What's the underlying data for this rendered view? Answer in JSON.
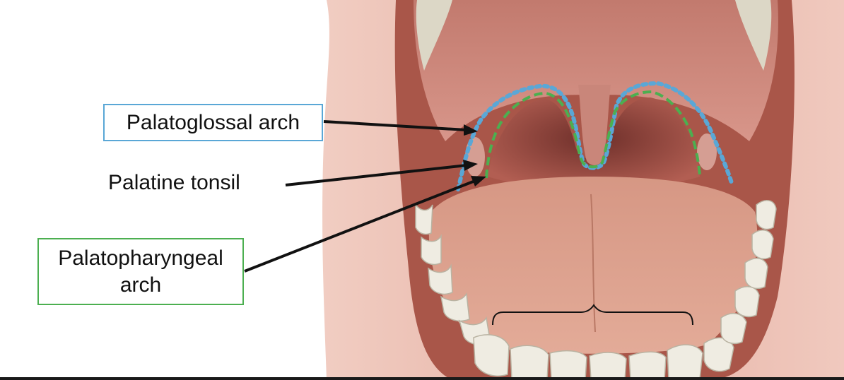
{
  "labels": {
    "palatoglossal_arch": "Palatoglossal arch",
    "palatine_tonsil": "Palatine tonsil",
    "palatopharyngeal_arch_line1": "Palatopharyngeal",
    "palatopharyngeal_arch_line2": "arch"
  },
  "colors": {
    "palatoglossal_outline": "#5aa7d6",
    "palatopharyngeal_outline": "#4caf50",
    "arrow": "#111111",
    "lip": "#e8b9ad",
    "palate": "#cf8a7c",
    "tongue": "#d89a86",
    "throat": "#8d4a40",
    "teeth": "#efece2"
  },
  "icons": [
    "bracket-icon"
  ]
}
